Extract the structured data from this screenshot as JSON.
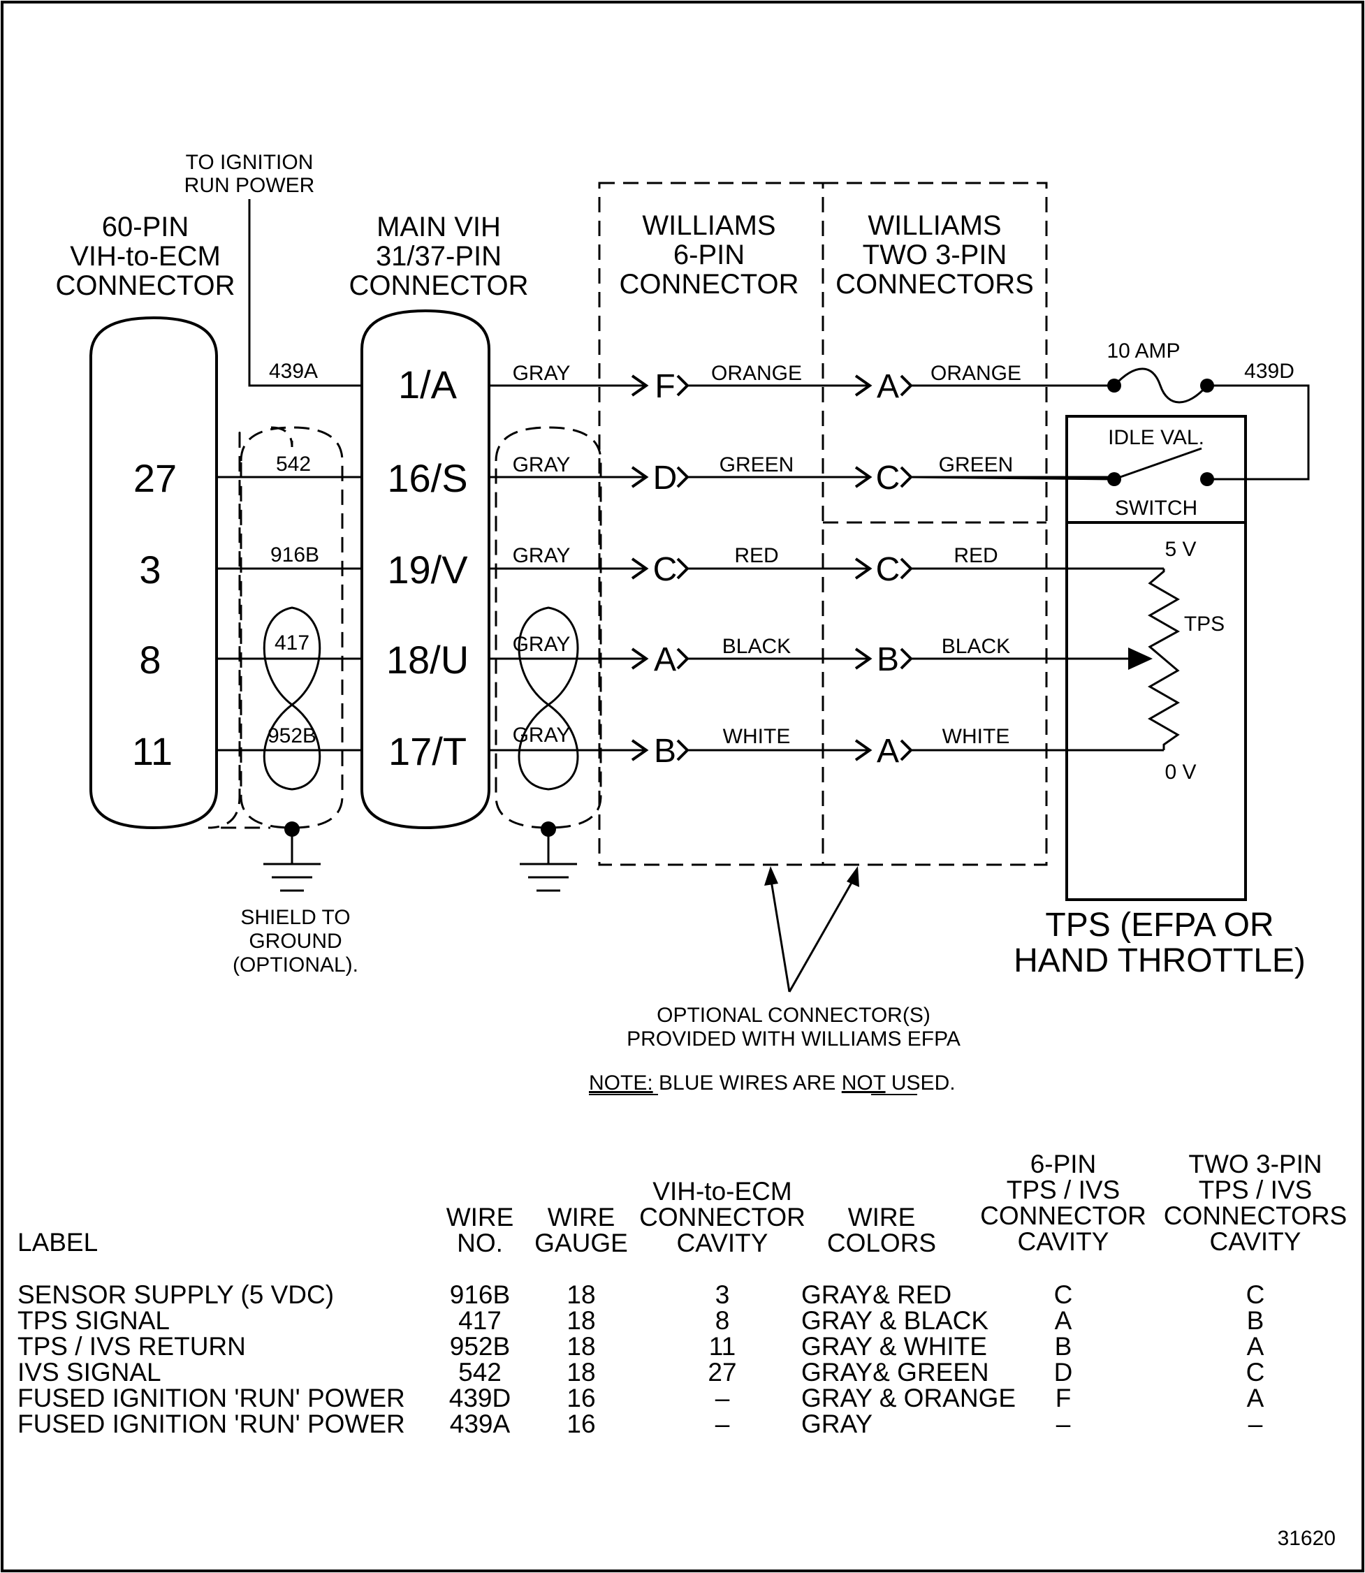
{
  "top_note": {
    "line1": "TO IGNITION",
    "line2": "RUN POWER"
  },
  "connectors": {
    "ecm": {
      "line1": "60-PIN",
      "line2": "VIH-to-ECM",
      "line3": "CONNECTOR",
      "pins": [
        "27",
        "3",
        "8",
        "11"
      ]
    },
    "vih": {
      "line1": "MAIN VIH",
      "line2": "31/37-PIN",
      "line3": "CONNECTOR",
      "pins": [
        "1/A",
        "16/S",
        "19/V",
        "18/U",
        "17/T"
      ]
    },
    "williams6": {
      "line1": "WILLIAMS",
      "line2": "6-PIN",
      "line3": "CONNECTOR",
      "pins": [
        "F",
        "D",
        "C",
        "A",
        "B"
      ]
    },
    "williams3": {
      "line1": "WILLIAMS",
      "line2": "TWO 3-PIN",
      "line3": "CONNECTORS",
      "pins": [
        "A",
        "C",
        "C",
        "B",
        "A"
      ]
    }
  },
  "wires": {
    "left_numbers": [
      "439A",
      "542",
      "916B",
      "417",
      "952B"
    ],
    "vih_out": [
      "GRAY",
      "GRAY",
      "GRAY",
      "GRAY",
      "GRAY"
    ],
    "mid_colors": [
      "ORANGE",
      "GREEN",
      "RED",
      "BLACK",
      "WHITE"
    ],
    "right_colors": [
      "ORANGE",
      "GREEN",
      "RED",
      "BLACK",
      "WHITE"
    ]
  },
  "fuse": {
    "label": "10 AMP",
    "wire": "439D"
  },
  "switch": {
    "label_top": "IDLE VAL.",
    "label_bottom": "SWITCH"
  },
  "tps": {
    "v5": "5 V",
    "name": "TPS",
    "v0": "0 V",
    "title1": "TPS (EFPA OR",
    "title2": "HAND THROTTLE)"
  },
  "shield_note": {
    "line1": "SHIELD TO",
    "line2": "GROUND",
    "line3": "(OPTIONAL)."
  },
  "optional_note": {
    "line1": "OPTIONAL CONNECTOR(S)",
    "line2": "PROVIDED WITH WILLIAMS EFPA"
  },
  "note": {
    "prefix": "NOTE:",
    "text1": " BLUE WIRES ARE ",
    "not": "NOT",
    "text2": " USED."
  },
  "table": {
    "headers": {
      "label": [
        "LABEL"
      ],
      "wire_no": [
        "WIRE",
        "NO."
      ],
      "gauge": [
        "WIRE",
        "GAUGE"
      ],
      "cavity": [
        "VIH-to-ECM",
        "CONNECTOR",
        "CAVITY"
      ],
      "colors": [
        "WIRE",
        "COLORS"
      ],
      "six_pin": [
        "6-PIN",
        "TPS / IVS",
        "CONNECTOR",
        "CAVITY"
      ],
      "three_pin": [
        "TWO 3-PIN",
        "TPS / IVS",
        "CONNECTORS",
        "CAVITY"
      ]
    },
    "rows": [
      {
        "label": "SENSOR SUPPLY (5 VDC)",
        "wire": "916B",
        "gauge": "18",
        "cavity": "3",
        "colors": "GRAY& RED",
        "six": "C",
        "three": "C"
      },
      {
        "label": "TPS SIGNAL",
        "wire": "417",
        "gauge": "18",
        "cavity": "8",
        "colors": "GRAY & BLACK",
        "six": "A",
        "three": "B"
      },
      {
        "label": "TPS / IVS RETURN",
        "wire": "952B",
        "gauge": "18",
        "cavity": "11",
        "colors": "GRAY & WHITE",
        "six": "B",
        "three": "A"
      },
      {
        "label": "IVS SIGNAL",
        "wire": "542",
        "gauge": "18",
        "cavity": "27",
        "colors": "GRAY& GREEN",
        "six": "D",
        "three": "C"
      },
      {
        "label": "FUSED IGNITION 'RUN' POWER",
        "wire": "439D",
        "gauge": "16",
        "cavity": "–",
        "colors": "GRAY & ORANGE",
        "six": "F",
        "three": "A"
      },
      {
        "label": "FUSED IGNITION 'RUN' POWER",
        "wire": "439A",
        "gauge": "16",
        "cavity": "–",
        "colors": "GRAY",
        "six": "–",
        "three": "–"
      }
    ]
  },
  "figure_number": "31620"
}
